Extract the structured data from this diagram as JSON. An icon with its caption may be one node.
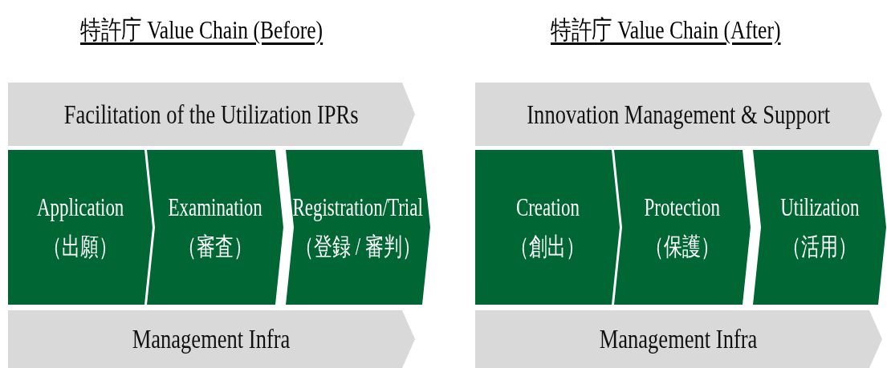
{
  "diagram": {
    "nodes": [
      {
        "text": [
          "Facilitation of the Utilization IPRs"
        ]
      },
      {
        "text": [
          "Application",
          "（出願）"
        ]
      },
      {
        "text": [
          "Examination",
          "（審査）"
        ]
      },
      {
        "text": [
          "Registration/Trial",
          "（登録 / 審判）"
        ]
      },
      {
        "text": [
          "Management Infra"
        ]
      },
      {
        "text": [
          "Innovation Management & Support"
        ]
      },
      {
        "text": [
          "Creation",
          "（創出）"
        ]
      },
      {
        "text": [
          "Protection",
          "（保護）"
        ]
      },
      {
        "text": [
          "Utilization",
          "（活用）"
        ]
      },
      {
        "text": [
          "Management Infra"
        ]
      }
    ],
    "labels": [
      "特許庁 Value Chain (Before)",
      "特許庁 Value Chain (After)"
    ]
  }
}
